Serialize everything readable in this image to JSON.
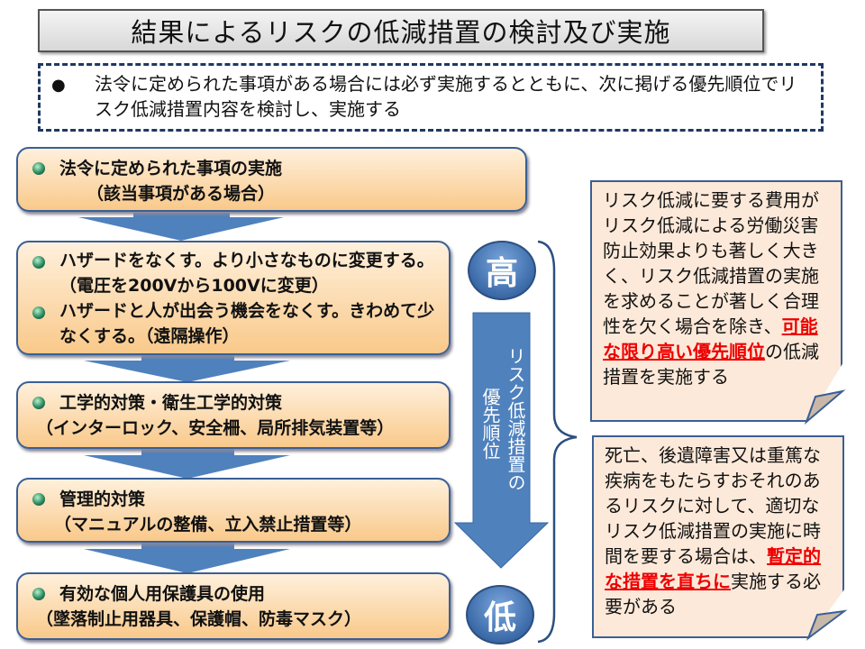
{
  "title": "結果によるリスクの低減措置の検討及び実施",
  "intro": {
    "bullet": "●",
    "text": "法令に定められた事項がある場合には必ず実施するとともに、次に掲げる優先順位でリスク低減措置内容を検討し、実施する"
  },
  "steps": [
    {
      "lines": [
        "法令に定められた事項の実施"
      ],
      "sub": "（該当事項がある場合）"
    },
    {
      "lines": [
        "ハザードをなくす。より小さなものに変更する。（電圧を200Vから100Vに変更）",
        "ハザードと人が出会う機会をなくす。きわめて少なくする。（遠隔操作）"
      ]
    },
    {
      "lines": [
        "工学的対策・衛生工学的対策"
      ],
      "sub": "（インターロック、安全柵、局所排気装置等）"
    },
    {
      "lines": [
        "管理的対策"
      ],
      "sub": "（マニュアルの整備、立入禁止措置等）"
    },
    {
      "lines": [
        "有効な個人用保護具の使用"
      ],
      "sub": "（墜落制止用器具、保護帽、防毒マスク）"
    }
  ],
  "priority": {
    "high": "高",
    "low": "低",
    "label1": "リスク低減措置の",
    "label2": "優先順位"
  },
  "notes": [
    {
      "pre": "リスク低減に要する費用がリスク低減による労働災害防止効果よりも著しく大きく、リスク低減措置の実施を求めることが著しく合理性を欠く場合を除き、",
      "emph": "可能な限り高い優先順位",
      "post": "の低減措置を実施する"
    },
    {
      "pre": "死亡、後遺障害又は重篤な疾病をもたらすおそれのあるリスクに対して、適切なリスク低減措置の実施に時間を要する場合は、",
      "emph": "暫定的な措置を直ちに",
      "post": "実施する必要がある"
    }
  ],
  "colors": {
    "arrow": "#4f81bd",
    "box_border": "#3a5f95",
    "emph": "#ee0000",
    "note_bg": "#fde9d9"
  }
}
